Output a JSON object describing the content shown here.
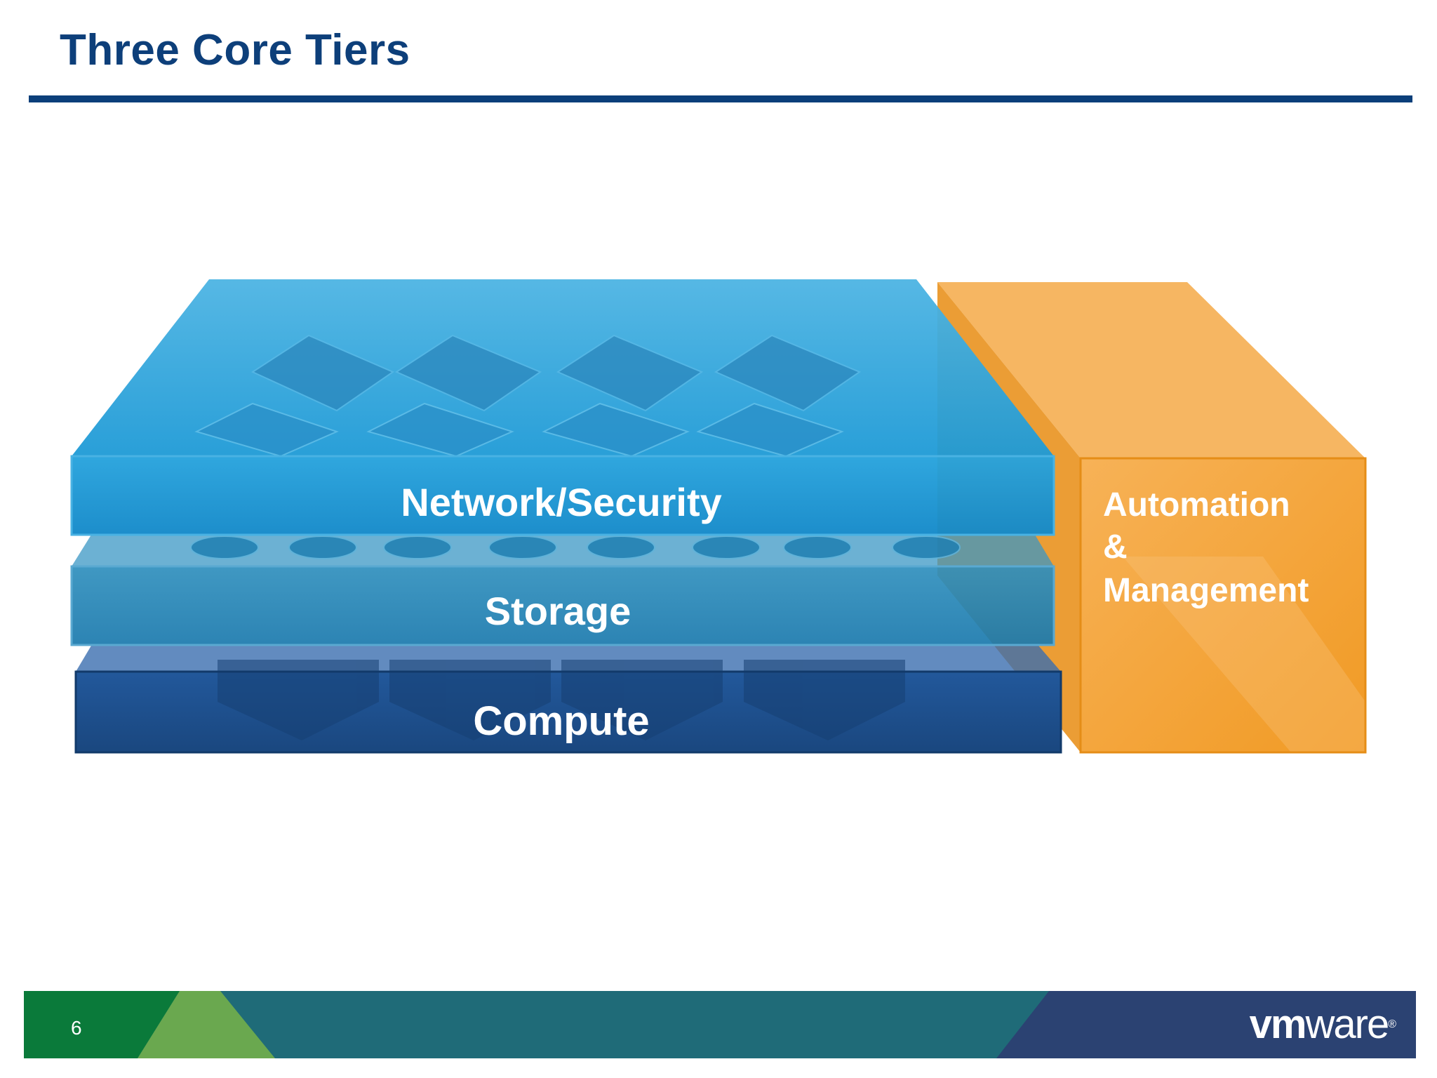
{
  "slide": {
    "title": "Three Core Tiers",
    "page_number": "6"
  },
  "tiers": {
    "network": "Network/Security",
    "storage": "Storage",
    "compute": "Compute"
  },
  "side_box": {
    "line1": "Automation",
    "line2": "&",
    "line3": "Management"
  },
  "logo": {
    "bold_part": "vm",
    "light_part": "ware",
    "mark": "®"
  },
  "colors": {
    "title": "#0d3f7a",
    "network": "#1a9ad8",
    "storage": "#1f8fc4",
    "compute": "#1d4e91",
    "automation": "#f2a12e",
    "footer_green": "#0a7a3a",
    "footer_teal": "#1f6b78",
    "footer_navy": "#2b4272"
  }
}
